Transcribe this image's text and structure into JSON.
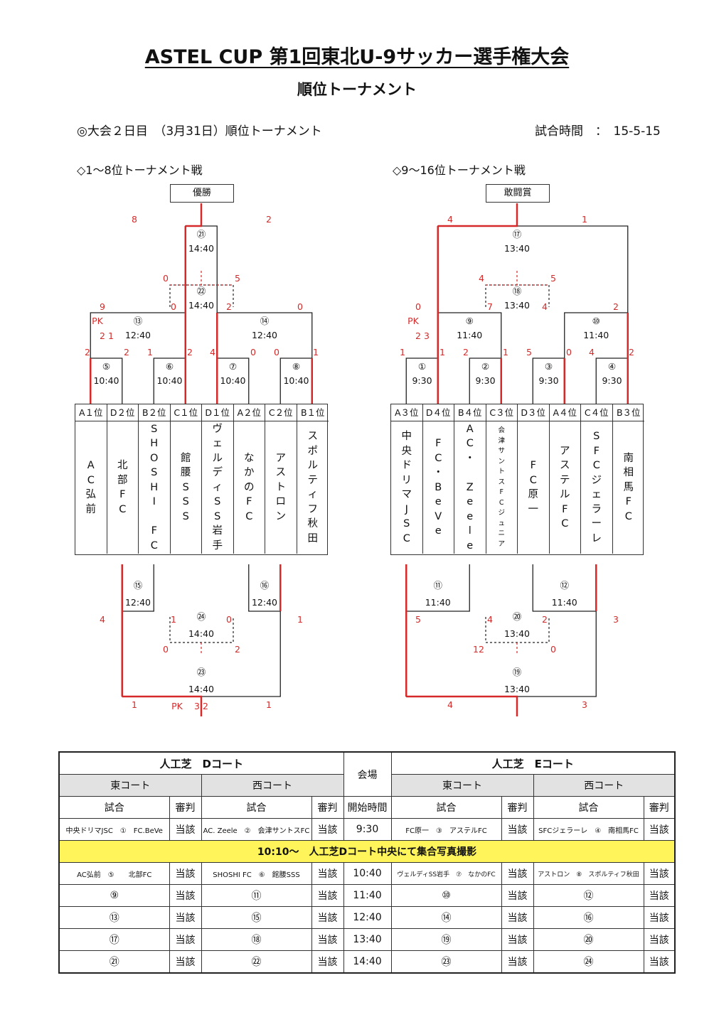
{
  "title": "ASTEL CUP 第1回東北U-9サッカー選手権大会",
  "subtitle": "順位トーナメント",
  "day_info": "◎大会２日目　（3月31日）順位トーナメント",
  "match_time_label": "試合時間　：　15-5-15",
  "left_section": "◇1～8位トーナメント戦",
  "right_section": "◇9～16位トーナメント戦",
  "left": {
    "winner_label": "優勝",
    "slots": [
      "A１位",
      "D２位",
      "B２位",
      "C１位",
      "D１位",
      "A２位",
      "C２位",
      "B１位"
    ],
    "teams": [
      [
        "A",
        "C",
        "弘",
        "前"
      ],
      [
        "北",
        "部",
        "F",
        "C"
      ],
      [
        "S",
        "H",
        "O",
        "S",
        "H",
        "I",
        "",
        "F",
        "C"
      ],
      [
        "館",
        "腰",
        "S",
        "S",
        "S"
      ],
      [
        "ヴ",
        "ェ",
        "ル",
        "デ",
        "ィ",
        "S",
        "S",
        "岩",
        "手"
      ],
      [
        "な",
        "か",
        "の",
        "F",
        "C"
      ],
      [
        "ア",
        "ス",
        "ト",
        "ロ",
        "ン"
      ],
      [
        "ス",
        "ポ",
        "ル",
        "テ",
        "ィ",
        "フ",
        "秋",
        "田"
      ]
    ],
    "r1": [
      [
        "⑤",
        "10:40"
      ],
      [
        "⑥",
        "10:40"
      ],
      [
        "⑦",
        "10:40"
      ],
      [
        "⑧",
        "10:40"
      ]
    ],
    "r2": [
      [
        "⑬",
        "12:40"
      ],
      [
        "⑭",
        "12:40"
      ]
    ],
    "final": [
      "㉑",
      "14:40"
    ],
    "third": [
      "㉒",
      "14:40"
    ],
    "lower_r2": [
      [
        "⑮",
        "12:40"
      ],
      [
        "⑯",
        "12:40"
      ]
    ],
    "lower_final": [
      "㉓",
      "14:40"
    ],
    "lower_third": [
      "㉔",
      "14:40"
    ],
    "scores": {
      "s1": "2",
      "s2": "2",
      "s3": "1",
      "s4": "2",
      "s5": "4",
      "s6": "0",
      "s7": "0",
      "s8": "1",
      "pk13": "PK",
      "pk13a": "2",
      "pk13b": "1",
      "s13l": "9",
      "s13r": "0",
      "s14l": "2",
      "s14r": "0",
      "s21l": "8",
      "s21r": "2",
      "s22tl": "0",
      "s22tr": "5",
      "s15": "4",
      "s16": "1",
      "s24l": "1",
      "s24r": "0",
      "s24bl": "0",
      "s24br": "2",
      "s23l": "1",
      "s23r": "1",
      "pk23": "PK",
      "pk23a": "3",
      "pk23b": "2"
    }
  },
  "right": {
    "winner_label": "敢闘賞",
    "slots": [
      "A３位",
      "D４位",
      "B４位",
      "C３位",
      "D３位",
      "A４位",
      "C４位",
      "B３位"
    ],
    "teams": [
      [
        "中",
        "央",
        "ド",
        "リ",
        "マ",
        "J",
        "S",
        "C"
      ],
      [
        "F",
        "C",
        "・",
        "B",
        "e",
        "V",
        "e"
      ],
      [
        "A",
        "C",
        "・",
        "",
        "Z",
        "e",
        "e",
        "l",
        "e"
      ],
      [
        "会",
        "津",
        "サ",
        "ン",
        "ト",
        "ス",
        "F",
        "C",
        "ジ",
        "ュ",
        "ニ",
        "ア"
      ],
      [
        "F",
        "C",
        "原",
        "一"
      ],
      [
        "ア",
        "ス",
        "テ",
        "ル",
        "F",
        "C"
      ],
      [
        "S",
        "F",
        "C",
        "ジ",
        "ェ",
        "ラ",
        "ー",
        "レ"
      ],
      [
        "南",
        "相",
        "馬",
        "F",
        "C"
      ]
    ],
    "r1": [
      [
        "①",
        "9:30"
      ],
      [
        "②",
        "9:30"
      ],
      [
        "③",
        "9:30"
      ],
      [
        "④",
        "9:30"
      ]
    ],
    "r2": [
      [
        "⑨",
        "11:40"
      ],
      [
        "⑩",
        "11:40"
      ]
    ],
    "final": [
      "⑰",
      "13:40"
    ],
    "third": [
      "⑱",
      "13:40"
    ],
    "lower_r2": [
      [
        "⑪",
        "11:40"
      ],
      [
        "⑫",
        "11:40"
      ]
    ],
    "lower_final": [
      "⑲",
      "13:40"
    ],
    "lower_third": [
      "⑳",
      "13:40"
    ],
    "scores": {
      "s1": "1",
      "s2": "1",
      "s3": "2",
      "s4": "1",
      "s5": "5",
      "s6": "0",
      "s7": "4",
      "s8": "2",
      "pk9": "PK",
      "pk9a": "2",
      "pk9b": "3",
      "s9l": "0",
      "s10r": "2",
      "s9r": "7",
      "s10l": "4",
      "s17l": "4",
      "s17r": "1",
      "s18tl": "4",
      "s18tr": "5",
      "s11": "5",
      "s12": "3",
      "s20l": "4",
      "s20r": "2",
      "s20bl": "12",
      "s20br": "0",
      "s19l": "4",
      "s19r": "3"
    }
  },
  "schedule": {
    "court_d": "人工芝　Dコート",
    "court_e": "人工芝　Eコート",
    "venue": "会場",
    "east": "東コート",
    "west": "西コート",
    "match": "試合",
    "referee": "審判",
    "start": "開始時間",
    "announce": "10:10～　人工芝Dコート中央にて集合写真撮影",
    "rows": [
      {
        "d_east": "中央ドリマJSC　①　FC.BeVe",
        "d_east_ref": "当該",
        "d_west": "AC. Zeele　②　会津サントスFC",
        "d_west_ref": "当該",
        "time": "9:30",
        "e_east": "FC原一　③　アステルFC",
        "e_east_ref": "当該",
        "e_west": "SFCジェラーレ　④　南相馬FC",
        "e_west_ref": "当該"
      },
      {
        "d_east": "AC弘前　⑤　　北部FC",
        "d_east_ref": "当該",
        "d_west": "SHOSHI FC　⑥　館腰SSS",
        "d_west_ref": "当該",
        "time": "10:40",
        "e_east": "ヴェルディSS岩手　⑦　なかのFC",
        "e_east_ref": "当該",
        "e_west": "アストロン　⑧　スポルティフ秋田",
        "e_west_ref": "当該"
      },
      {
        "d_east": "⑨",
        "d_east_ref": "当該",
        "d_west": "⑪",
        "d_west_ref": "当該",
        "time": "11:40",
        "e_east": "⑩",
        "e_east_ref": "当該",
        "e_west": "⑫",
        "e_west_ref": "当該"
      },
      {
        "d_east": "⑬",
        "d_east_ref": "当該",
        "d_west": "⑮",
        "d_west_ref": "当該",
        "time": "12:40",
        "e_east": "⑭",
        "e_east_ref": "当該",
        "e_west": "⑯",
        "e_west_ref": "当該"
      },
      {
        "d_east": "⑰",
        "d_east_ref": "当該",
        "d_west": "⑱",
        "d_west_ref": "当該",
        "time": "13:40",
        "e_east": "⑲",
        "e_east_ref": "当該",
        "e_west": "⑳",
        "e_west_ref": "当該"
      },
      {
        "d_east": "㉑",
        "d_east_ref": "当該",
        "d_west": "㉒",
        "d_west_ref": "当該",
        "time": "14:40",
        "e_east": "㉓",
        "e_east_ref": "当該",
        "e_west": "㉔",
        "e_west_ref": "当該"
      }
    ]
  },
  "colors": {
    "win": "#d62a2a",
    "loss": "#222222"
  }
}
